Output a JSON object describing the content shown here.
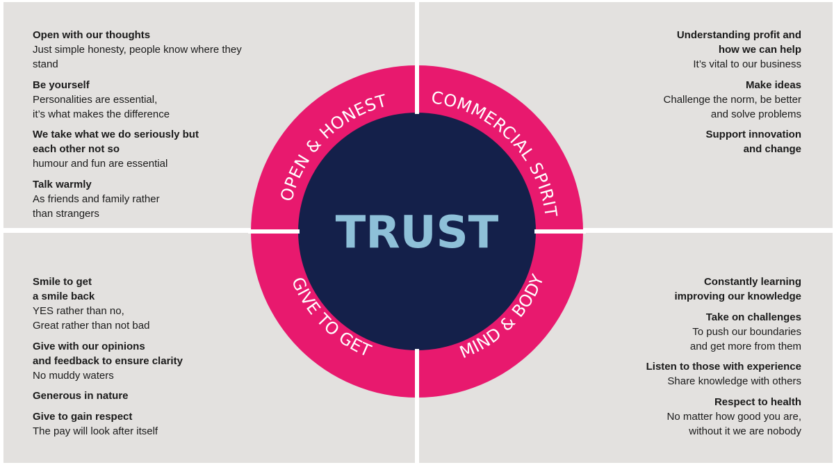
{
  "center_word": "TRUST",
  "colors": {
    "background": "#ffffff",
    "quadrant": "#e3e1df",
    "ring": "#e8196e",
    "center": "#14204a",
    "center_text": "#8ec0d8",
    "ring_text": "#ffffff",
    "body_text": "#1a1a1a"
  },
  "ring_labels": {
    "top_left": "OPEN & HONEST",
    "top_right": "COMMERCIAL SPIRIT",
    "bottom_left": "GIVE TO GET",
    "bottom_right": "MIND & BODY"
  },
  "quadrants": {
    "top_left": [
      {
        "title": "Open with our thoughts",
        "body": "Just simple honesty, people know where they stand"
      },
      {
        "title": "Be yourself",
        "body": "Personalities are essential,\nit’s what makes the difference"
      },
      {
        "title": "We take what we do seriously but\neach other not so",
        "body": "humour and fun are essential"
      },
      {
        "title": "Talk warmly",
        "body": "As friends and family rather\nthan strangers"
      }
    ],
    "top_right": [
      {
        "title": "Understanding profit and\nhow we can help",
        "body": "It’s vital to our business"
      },
      {
        "title": "Make ideas",
        "body": "Challenge the norm, be better\nand solve problems"
      },
      {
        "title": "Support innovation\nand change",
        "body": ""
      }
    ],
    "bottom_left": [
      {
        "title": "Smile to get\na smile back",
        "body": "YES rather than no,\nGreat rather than not bad"
      },
      {
        "title": "Give with our opinions\nand feedback to ensure clarity",
        "body": "No muddy waters"
      },
      {
        "title": "Generous in nature",
        "body": ""
      },
      {
        "title": "Give to gain respect",
        "body": "The pay will look after itself"
      }
    ],
    "bottom_right": [
      {
        "title": "Constantly learning\nimproving our knowledge",
        "body": ""
      },
      {
        "title": "Take on challenges",
        "body": "To push our boundaries\nand get more from them"
      },
      {
        "title": "Listen to those with experience",
        "body": "Share knowledge with others"
      },
      {
        "title": "Respect to health",
        "body": "No matter how good you are,\nwithout it we are nobody"
      }
    ]
  }
}
